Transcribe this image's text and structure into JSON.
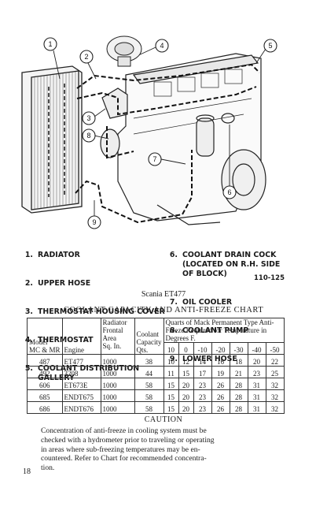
{
  "diagram": {
    "callouts": [
      "1",
      "2",
      "3",
      "4",
      "5",
      "6",
      "7",
      "8",
      "9"
    ]
  },
  "legend_left": [
    {
      "num": "1.",
      "label": "RADIATOR"
    },
    {
      "num": "2.",
      "label": "UPPER HOSE"
    },
    {
      "num": "3.",
      "label": "THERMOSTAT HOUSING COVER"
    },
    {
      "num": "4.",
      "label": "THERMOSTAT"
    },
    {
      "num": "5.",
      "label": "COOLANT DISTRIBUTION\nGALLERY"
    }
  ],
  "legend_right": [
    {
      "num": "6.",
      "label": "COOLANT DRAIN COCK\n(LOCATED ON R.H. SIDE\nOF BLOCK)"
    },
    {
      "num": "7.",
      "label": "OIL COOLER"
    },
    {
      "num": "8.",
      "label": "COOLANT PUMP"
    },
    {
      "num": "9.",
      "label": "LOWER HOSE"
    }
  ],
  "figure_ref": "110-125",
  "caption": "Scania ET477",
  "chart_title": "COOLANT CAPACITY AND ANTI-FREEZE CHART",
  "table": {
    "col_model": "Model\nMC & MR",
    "col_engine": "Engine",
    "col_radiator": "Radiator\nFrontal\nArea\nSq. In.",
    "col_capacity": "Coolant\nCapacity\nQts.",
    "col_quarts": "Quarts of Mack Permanent Type Anti-\nFreeze Required for Temperature in\nDegrees F.",
    "temps": [
      "10",
      "0",
      "-10",
      "-20",
      "-30",
      "-40",
      "-50"
    ],
    "rows": [
      {
        "model": "487",
        "engine": "ET477",
        "area": "1000",
        "cap": "38",
        "q": [
          "10",
          "12",
          "14",
          "16",
          "18",
          "20",
          "22"
        ]
      },
      {
        "model": "492",
        "engine": "3208",
        "area": "1000",
        "cap": "44",
        "q": [
          "11",
          "15",
          "17",
          "19",
          "21",
          "23",
          "25"
        ]
      },
      {
        "model": "606",
        "engine": "ET673E",
        "area": "1000",
        "cap": "58",
        "q": [
          "15",
          "20",
          "23",
          "26",
          "28",
          "31",
          "32"
        ]
      },
      {
        "model": "685",
        "engine": "ENDT675",
        "area": "1000",
        "cap": "58",
        "q": [
          "15",
          "20",
          "23",
          "26",
          "28",
          "31",
          "32"
        ]
      },
      {
        "model": "686",
        "engine": "ENDT676",
        "area": "1000",
        "cap": "58",
        "q": [
          "15",
          "20",
          "23",
          "26",
          "28",
          "31",
          "32"
        ]
      }
    ]
  },
  "caution": {
    "title": "CAUTION",
    "lines": [
      "Concentration of anti-freeze in cooling system must be",
      "checked with a hydrometer prior to traveling or operating",
      "in areas where sub-freezing temperatures may be en-",
      "countered. Refer to Chart for recommended concentra-",
      "tion."
    ]
  },
  "page_number": "18"
}
